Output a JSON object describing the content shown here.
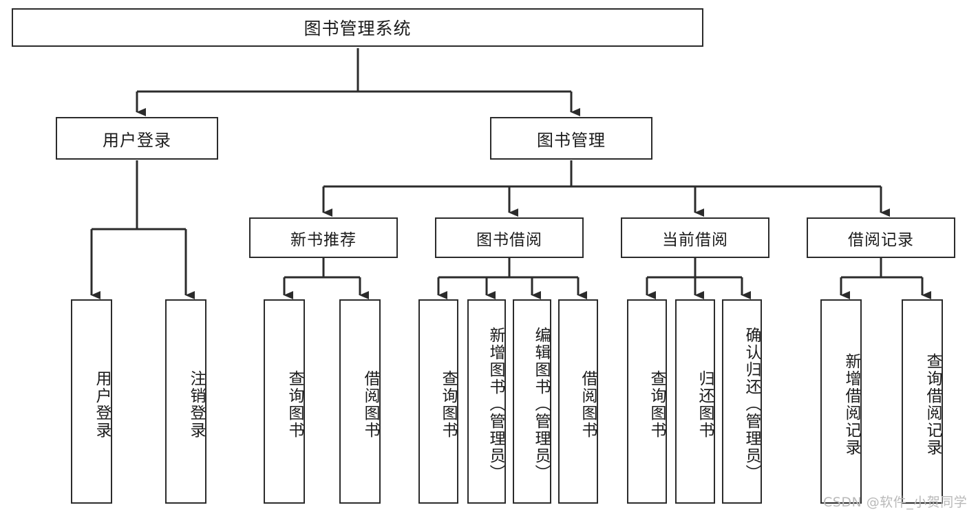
{
  "diagram": {
    "title": "图书管理系统",
    "type": "hierarchy-tree",
    "root": {
      "id": "root",
      "label": "图书管理系统"
    },
    "level2": [
      {
        "id": "user-login",
        "label": "用户登录"
      },
      {
        "id": "book-manage",
        "label": "图书管理"
      }
    ],
    "level3": [
      {
        "id": "new-book-recommend",
        "label": "新书推荐",
        "parent": "book-manage"
      },
      {
        "id": "book-borrow",
        "label": "图书借阅",
        "parent": "book-manage"
      },
      {
        "id": "current-borrow",
        "label": "当前借阅",
        "parent": "book-manage"
      },
      {
        "id": "borrow-record",
        "label": "借阅记录",
        "parent": "book-manage"
      }
    ],
    "leaves": [
      {
        "id": "leaf-user-login",
        "label": "用户登录",
        "parent": "user-login"
      },
      {
        "id": "leaf-logout-login",
        "label": "注销登录",
        "parent": "user-login"
      },
      {
        "id": "leaf-query-book-1",
        "label": "查询图书",
        "parent": "new-book-recommend"
      },
      {
        "id": "leaf-borrow-book-1",
        "label": "借阅图书",
        "parent": "new-book-recommend"
      },
      {
        "id": "leaf-query-book-2",
        "label": "查询图书",
        "parent": "book-borrow"
      },
      {
        "id": "leaf-add-book",
        "label": "新增图书（管理员）",
        "parent": "book-borrow"
      },
      {
        "id": "leaf-edit-book",
        "label": "编辑图书（管理员）",
        "parent": "book-borrow"
      },
      {
        "id": "leaf-borrow-book-2",
        "label": "借阅图书",
        "parent": "book-borrow"
      },
      {
        "id": "leaf-query-book-3",
        "label": "查询图书",
        "parent": "current-borrow"
      },
      {
        "id": "leaf-return-book",
        "label": "归还图书",
        "parent": "current-borrow"
      },
      {
        "id": "leaf-confirm-return",
        "label": "确认归还（管理员）",
        "parent": "current-borrow"
      },
      {
        "id": "leaf-add-record",
        "label": "新增借阅记录",
        "parent": "borrow-record"
      },
      {
        "id": "leaf-query-record",
        "label": "查询借阅记录",
        "parent": "borrow-record"
      }
    ],
    "watermark": "CSDN @软件_小贺同学",
    "colors": {
      "border": "#2b2b2b",
      "background": "#ffffff",
      "text": "#1b1b1b",
      "edge": "#2b2b2b",
      "watermark": "#b9b9b9"
    }
  }
}
